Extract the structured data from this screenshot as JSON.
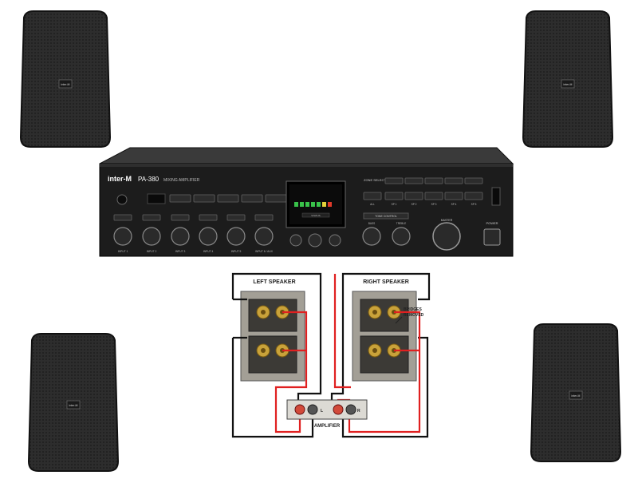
{
  "speakers": {
    "badge": "inter-M"
  },
  "amplifier": {
    "brand": "inter-M",
    "model": "PA-380",
    "subtitle": "MIXING AMPLIFIER",
    "zone_label": "ZONE SELECT",
    "zones": [
      "ALL",
      "SP 1",
      "SP 2",
      "SP 3",
      "SP 4",
      "SP 5"
    ],
    "inputs": [
      "INPUT 1",
      "INPUT 2",
      "INPUT 3",
      "INPUT 4",
      "INPUT 5",
      "INPUT 6 / AUX"
    ],
    "tone_label": "TONE CONTROL",
    "bass_label": "BASS",
    "treble_label": "TREBLE",
    "master_label": "MASTER",
    "power_label": "POWER",
    "display_label": "STATUS"
  },
  "wiring": {
    "left_speaker": "LEFT SPEAKER",
    "right_speaker": "RIGHT SPEAKER",
    "bridges_line1": "BRIDGES",
    "bridges_line2": "REMOVED",
    "amplifier": "AMPLIFIER",
    "l": "L",
    "r": "R"
  },
  "colors": {
    "wire_red": "#e02020",
    "wire_black": "#111111",
    "speaker_body": "#2a2a2a",
    "amp_body": "#1c1c1c",
    "terminal_gold": "#c9a23a"
  }
}
